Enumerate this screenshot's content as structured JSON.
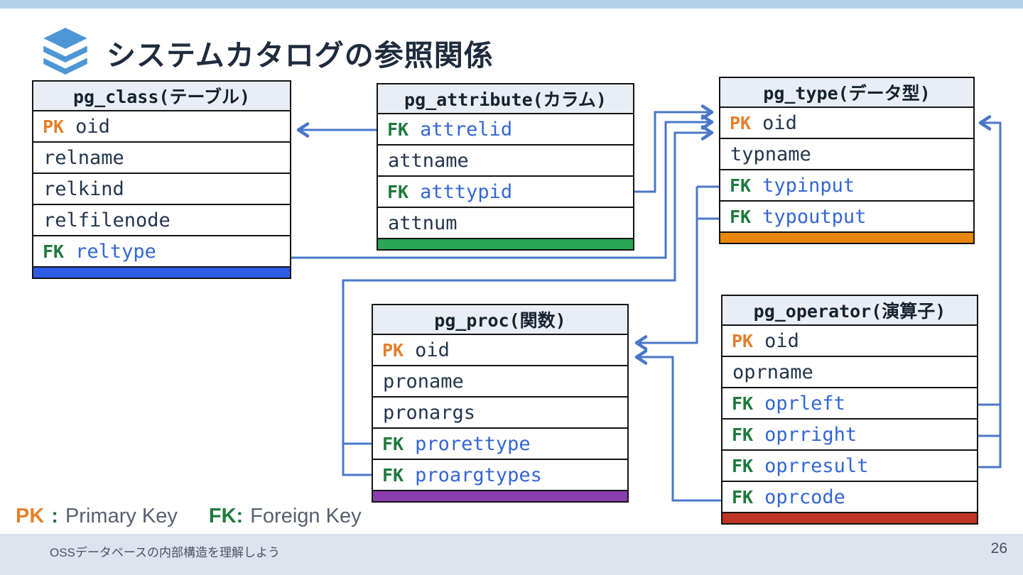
{
  "slide": {
    "title": "システムカタログの参照関係",
    "footer": "OSSデータベースの内部構造を理解しよう",
    "page_number": "26"
  },
  "legend": {
    "pk_label": "PK",
    "pk_separator": ":",
    "pk_text": "Primary Key",
    "fk_label": "FK:",
    "fk_text": "Foreign Key"
  },
  "icons": {
    "title_icon": "layers-icon"
  },
  "colors": {
    "pk_label": "#e6802a",
    "fk_label": "#1e7a3c",
    "fk_field_text": "#3366d6",
    "field_text": "#23364d",
    "connector": "#4a77c9",
    "table_header_bg": "#e9eef6",
    "top_strip": "#b7d3ea",
    "footer_bar": "#dee4ee",
    "title_text": "#1f2c3d"
  },
  "tables": [
    {
      "id": "pg_class",
      "title": "pg_class(テーブル)",
      "accent_color": "#2d5ce5",
      "rows": [
        {
          "key": "PK",
          "name": "oid"
        },
        {
          "key": "",
          "name": "relname"
        },
        {
          "key": "",
          "name": "relkind"
        },
        {
          "key": "",
          "name": "relfilenode"
        },
        {
          "key": "FK",
          "name": "reltype"
        }
      ]
    },
    {
      "id": "pg_attribute",
      "title": "pg_attribute(カラム)",
      "accent_color": "#2ba556",
      "rows": [
        {
          "key": "FK",
          "name": "attrelid"
        },
        {
          "key": "",
          "name": "attname"
        },
        {
          "key": "FK",
          "name": "atttypid"
        },
        {
          "key": "",
          "name": "attnum"
        }
      ]
    },
    {
      "id": "pg_type",
      "title": "pg_type(データ型)",
      "accent_color": "#e8860f",
      "rows": [
        {
          "key": "PK",
          "name": "oid"
        },
        {
          "key": "",
          "name": "typname"
        },
        {
          "key": "FK",
          "name": "typinput"
        },
        {
          "key": "FK",
          "name": "typoutput"
        }
      ]
    },
    {
      "id": "pg_proc",
      "title": "pg_proc(関数)",
      "accent_color": "#8b3dae",
      "rows": [
        {
          "key": "PK",
          "name": "oid"
        },
        {
          "key": "",
          "name": "proname"
        },
        {
          "key": "",
          "name": "pronargs"
        },
        {
          "key": "FK",
          "name": "prorettype"
        },
        {
          "key": "FK",
          "name": "proargtypes"
        }
      ]
    },
    {
      "id": "pg_operator",
      "title": "pg_operator(演算子)",
      "accent_color": "#c03425",
      "rows": [
        {
          "key": "PK",
          "name": "oid"
        },
        {
          "key": "",
          "name": "oprname"
        },
        {
          "key": "FK",
          "name": "oprleft"
        },
        {
          "key": "FK",
          "name": "oprright"
        },
        {
          "key": "FK",
          "name": "oprresult"
        },
        {
          "key": "FK",
          "name": "oprcode"
        }
      ]
    }
  ],
  "relationships": [
    {
      "from": "pg_attribute.attrelid",
      "to": "pg_class.oid"
    },
    {
      "from": "pg_attribute.atttypid",
      "to": "pg_type.oid"
    },
    {
      "from": "pg_class.reltype",
      "to": "pg_type.oid"
    },
    {
      "from": "pg_proc.prorettype",
      "to": "pg_type.oid"
    },
    {
      "from": "pg_proc.proargtypes",
      "to": "pg_type.oid"
    },
    {
      "from": "pg_type.typinput",
      "to": "pg_proc.oid"
    },
    {
      "from": "pg_type.typoutput",
      "to": "pg_proc.oid"
    },
    {
      "from": "pg_operator.oprleft",
      "to": "pg_type.oid"
    },
    {
      "from": "pg_operator.oprright",
      "to": "pg_type.oid"
    },
    {
      "from": "pg_operator.oprresult",
      "to": "pg_type.oid"
    },
    {
      "from": "pg_operator.oprcode",
      "to": "pg_proc.oid"
    }
  ]
}
